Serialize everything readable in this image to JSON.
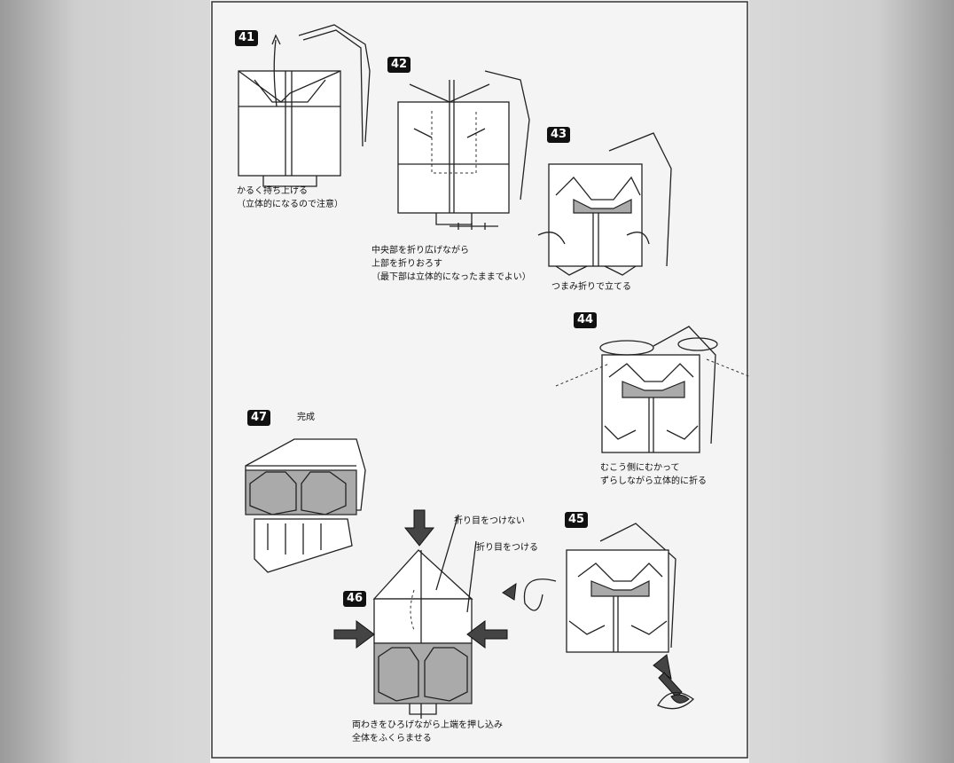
{
  "steps": [
    {
      "number": "41",
      "caption": [
        "かるく持ち上げる",
        "（立体的になるので注意）"
      ]
    },
    {
      "number": "42",
      "caption": [
        "中央部を折り広げながら",
        "上部を折りおろす",
        "（最下部は立体的になったままでよい）"
      ]
    },
    {
      "number": "43",
      "caption": [
        "つまみ折りで立てる"
      ]
    },
    {
      "number": "44",
      "caption": [
        "むこう側にむかって",
        "ずらしながら立体的に折る"
      ]
    },
    {
      "number": "45",
      "caption": []
    },
    {
      "number": "46",
      "caption": [
        "両わきをひろげながら上端を押し込み",
        "全体をふくらませる"
      ],
      "label_no_crease": "折り目をつけない",
      "label_crease": "折り目をつける"
    },
    {
      "number": "47",
      "caption": [],
      "label_done": "完成"
    }
  ]
}
